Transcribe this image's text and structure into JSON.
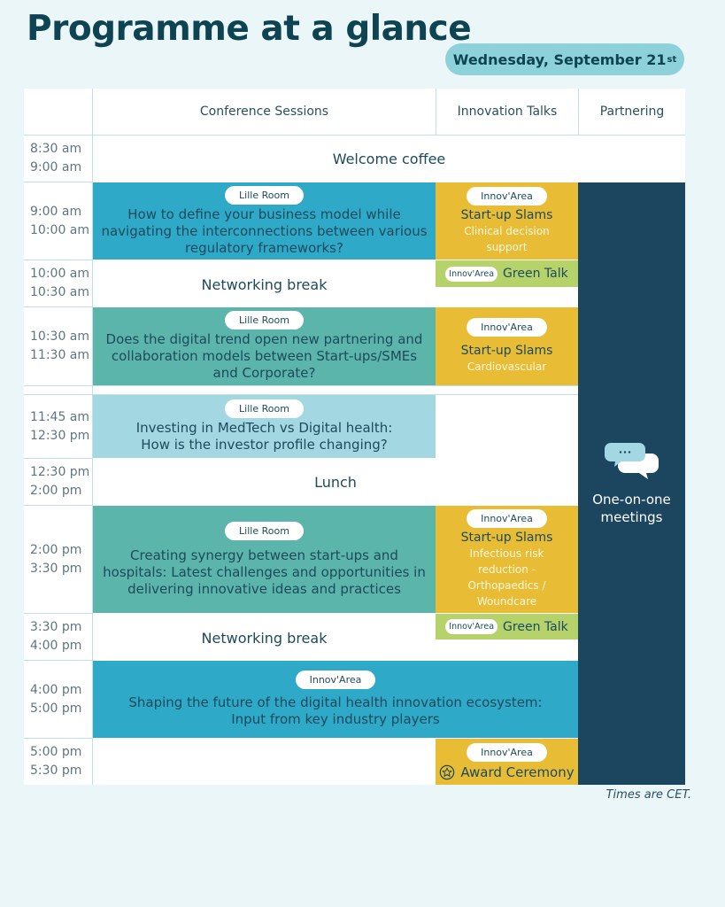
{
  "title": "Programme at a glance",
  "date": {
    "day": "Wednesday, September 21",
    "suffix": "st"
  },
  "columns": {
    "conference": "Conference Sessions",
    "innovation": "Innovation Talks",
    "partnering": "Partnering"
  },
  "times": [
    {
      "start": "8:30 am",
      "end": "9:00 am"
    },
    {
      "start": "9:00 am",
      "end": "10:00 am"
    },
    {
      "start": "10:00 am",
      "end": "10:30 am"
    },
    {
      "start": "10:30 am",
      "end": "11:30 am"
    },
    {
      "start": "11:45 am",
      "end": "12:30 pm"
    },
    {
      "start": "12:30 pm",
      "end": "2:00 pm"
    },
    {
      "start": "2:00 pm",
      "end": "3:30 pm"
    },
    {
      "start": "3:30 pm",
      "end": "4:00 pm"
    },
    {
      "start": "4:00 pm",
      "end": "5:00 pm"
    },
    {
      "start": "5:00 pm",
      "end": "5:30 pm"
    }
  ],
  "welcome": "Welcome coffee",
  "networking": "Networking break",
  "lunch": "Lunch",
  "sessions": [
    {
      "room": "Lille Room",
      "lines": [
        "How to define your business model while",
        "navigating the interconnections between various",
        "regulatory frameworks?"
      ]
    },
    {
      "room": "Lille Room",
      "lines": [
        "Does the digital trend open new partnering and",
        "collaboration models between Start-ups/SMEs",
        "and Corporate?"
      ]
    },
    {
      "room": "Lille Room",
      "lines": [
        "Investing in MedTech vs Digital health:",
        "How is the investor profile changing?"
      ]
    },
    {
      "room": "Lille Room",
      "lines": [
        "Creating synergy between start-ups and",
        "hospitals: Latest challenges and opportunities in",
        "delivering innovative ideas and practices"
      ]
    },
    {
      "room": "Innov'Area",
      "lines": [
        "Shaping the future of the digital health innovation ecosystem:",
        "Input from key industry players"
      ]
    }
  ],
  "talks": [
    {
      "area": "Innov'Area",
      "title": "Start-up Slams",
      "sub": [
        "Clinical decision",
        "support"
      ]
    },
    {
      "area": "Innov'Area",
      "title": "Start-up Slams",
      "sub": [
        "Cardiovascular"
      ]
    },
    {
      "area": "Innov'Area",
      "title": "Start-up Slams",
      "sub": [
        "Infectious risk",
        "reduction -",
        "Orthopaedics /",
        "Woundcare"
      ]
    }
  ],
  "green_talk": {
    "area": "Innov'Area",
    "label": "Green Talk"
  },
  "award": {
    "area": "Innov'Area",
    "label": "Award Ceremony",
    "icon": "award-star-icon"
  },
  "partnering": {
    "label_line1": "One-on-one",
    "label_line2": "meetings",
    "icon": "chat-bubbles-icon"
  },
  "note": "Times are CET.",
  "colors": {
    "background": "#eaf6f7",
    "title": "#0e4452",
    "date_pill": "#8dd2db",
    "session_blue": "#2fa9c8",
    "session_teal": "#5bb5aa",
    "session_light": "#a3d8e2",
    "slam_yellow": "#e8bd35",
    "green_talk": "#b6d26a",
    "partnering_navy": "#1c4660"
  }
}
